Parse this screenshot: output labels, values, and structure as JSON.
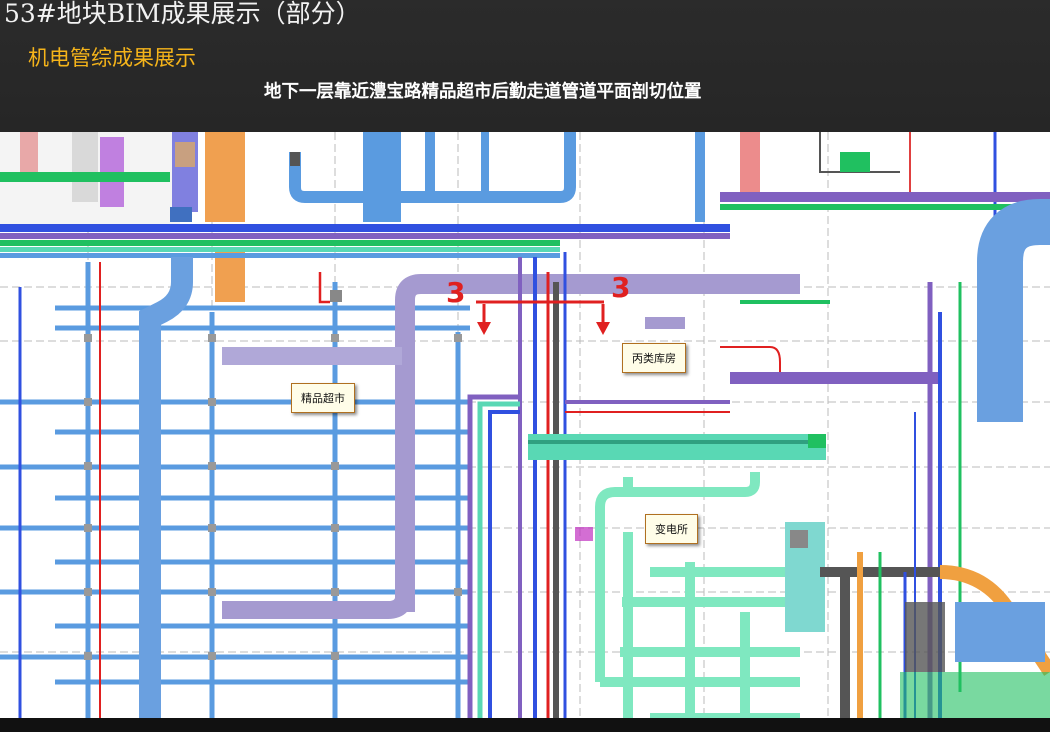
{
  "slide": {
    "title": "53#地块BIM成果展示（部分）",
    "section": "机电管综成果展示",
    "subtitle": "地下一层靠近澧宝路精品超市后勤走道管道平面剖切位置"
  },
  "plan": {
    "room_labels": {
      "supermarket": "精品超市",
      "warehouse": "丙类库房",
      "substation": "变电所"
    },
    "section_markers": {
      "left": "3",
      "right": "3"
    },
    "colors": {
      "duct_purple": "#a59ad0",
      "pipe_blue": "#5a9be0",
      "pipe_teal": "#59d8b4",
      "pipe_green": "#7fe07a",
      "cut_line": "#e02020",
      "cable_orange": "#f0a040"
    }
  }
}
